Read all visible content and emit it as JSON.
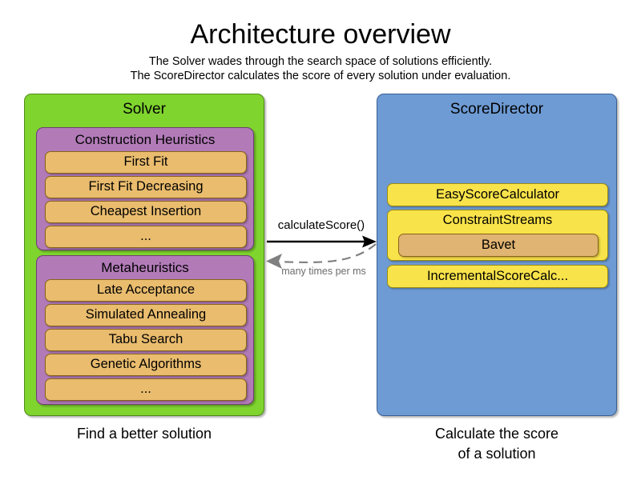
{
  "header": {
    "title": "Architecture overview",
    "subtitle_line1": "The Solver wades through the search space of solutions efficiently.",
    "subtitle_line2": "The ScoreDirector calculates the score of every solution under evaluation."
  },
  "colors": {
    "solver_panel": "#7FD42E",
    "solver_panel_border": "#4f8c18",
    "scoredirector_panel": "#6E9BD4",
    "scoredirector_panel_border": "#3a5f96",
    "group_purple": "#B27BB8",
    "group_purple_border": "#6d3f72",
    "item_orange": "#E9BC6E",
    "item_orange_border": "#8a6318",
    "item_yellow": "#F9E34A",
    "item_yellow_border": "#9a8c12",
    "bavet_orange": "#E0B472",
    "arrow_solid": "#000000",
    "arrow_dashed": "#808080",
    "background": "#ffffff"
  },
  "solver": {
    "title": "Solver",
    "caption": "Find a better solution",
    "groups": [
      {
        "title": "Construction Heuristics",
        "items": [
          {
            "label": "First Fit"
          },
          {
            "label": "First Fit Decreasing"
          },
          {
            "label": "Cheapest Insertion"
          },
          {
            "label": "..."
          }
        ]
      },
      {
        "title": "Metaheuristics",
        "items": [
          {
            "label": "Late Acceptance"
          },
          {
            "label": "Simulated Annealing"
          },
          {
            "label": "Tabu Search"
          },
          {
            "label": "Genetic Algorithms"
          },
          {
            "label": "..."
          }
        ]
      }
    ]
  },
  "scoredirector": {
    "title": "ScoreDirector",
    "caption_line1": "Calculate the score",
    "caption_line2": "of a solution",
    "items": [
      {
        "label": "EasyScoreCalculator"
      },
      {
        "label": "ConstraintStreams",
        "nested": {
          "label": "Bavet"
        }
      },
      {
        "label": "IncrementalScoreCalc..."
      }
    ]
  },
  "connections": [
    {
      "label": "calculateScore()",
      "direction": "solver-to-scoredirector",
      "style": "solid",
      "color": "#000000"
    },
    {
      "label": "many times per ms",
      "direction": "scoredirector-to-solver",
      "style": "dashed",
      "color": "#808080"
    }
  ]
}
